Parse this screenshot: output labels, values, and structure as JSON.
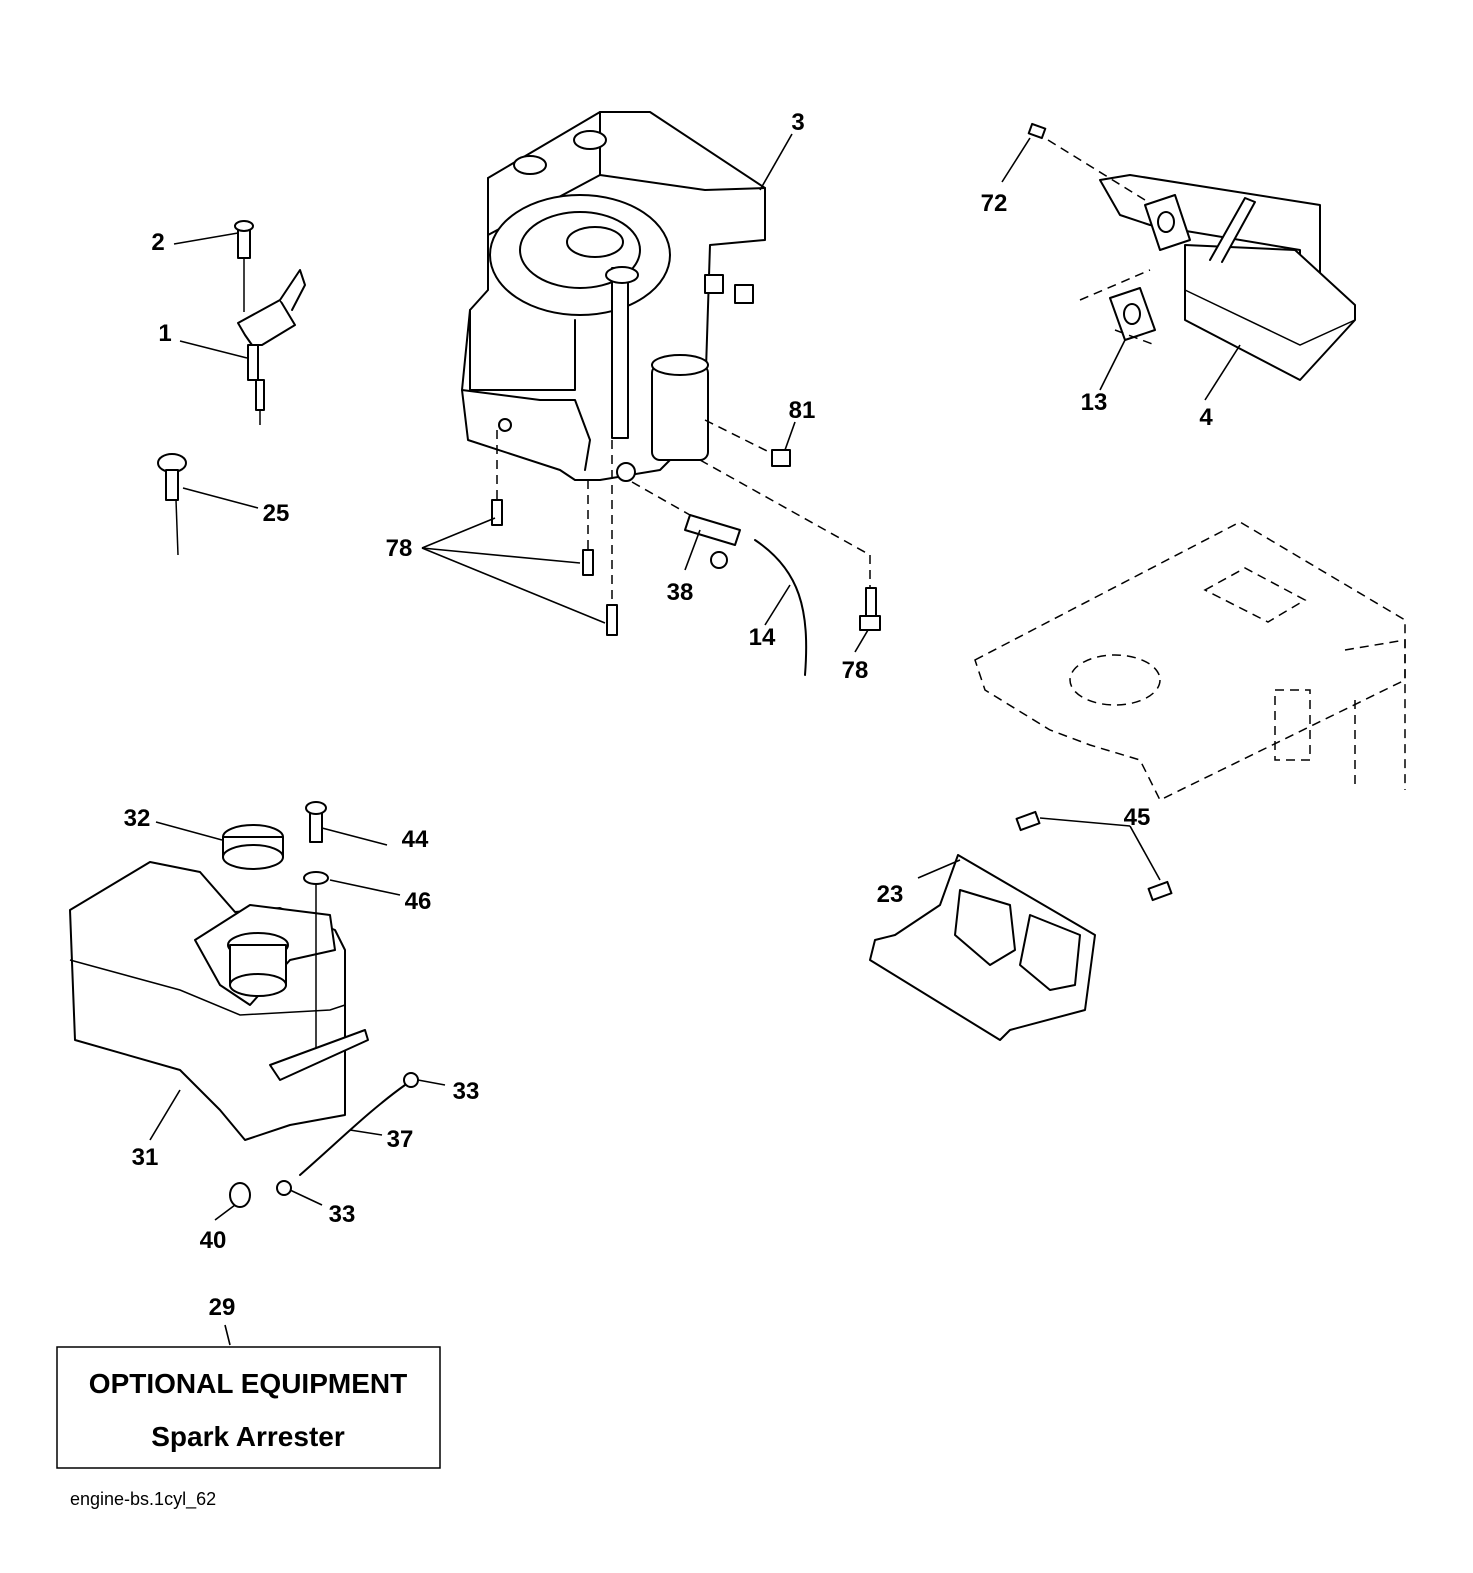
{
  "parts": [
    {
      "id": "p1",
      "number": "1"
    },
    {
      "id": "p2",
      "number": "2"
    },
    {
      "id": "p3",
      "number": "3"
    },
    {
      "id": "p4",
      "number": "4"
    },
    {
      "id": "p13",
      "number": "13"
    },
    {
      "id": "p14",
      "number": "14"
    },
    {
      "id": "p23",
      "number": "23"
    },
    {
      "id": "p25",
      "number": "25"
    },
    {
      "id": "p29",
      "number": "29"
    },
    {
      "id": "p31",
      "number": "31"
    },
    {
      "id": "p32",
      "number": "32"
    },
    {
      "id": "p33a",
      "number": "33"
    },
    {
      "id": "p33b",
      "number": "33"
    },
    {
      "id": "p37",
      "number": "37"
    },
    {
      "id": "p38",
      "number": "38"
    },
    {
      "id": "p40",
      "number": "40"
    },
    {
      "id": "p44",
      "number": "44"
    },
    {
      "id": "p45",
      "number": "45"
    },
    {
      "id": "p46",
      "number": "46"
    },
    {
      "id": "p72",
      "number": "72"
    },
    {
      "id": "p78a",
      "number": "78"
    },
    {
      "id": "p78b",
      "number": "78"
    },
    {
      "id": "p81",
      "number": "81"
    }
  ],
  "optional_box": {
    "line1": "OPTIONAL EQUIPMENT",
    "line2": "Spark Arrester"
  },
  "reference": "engine-bs.1cyl_62"
}
